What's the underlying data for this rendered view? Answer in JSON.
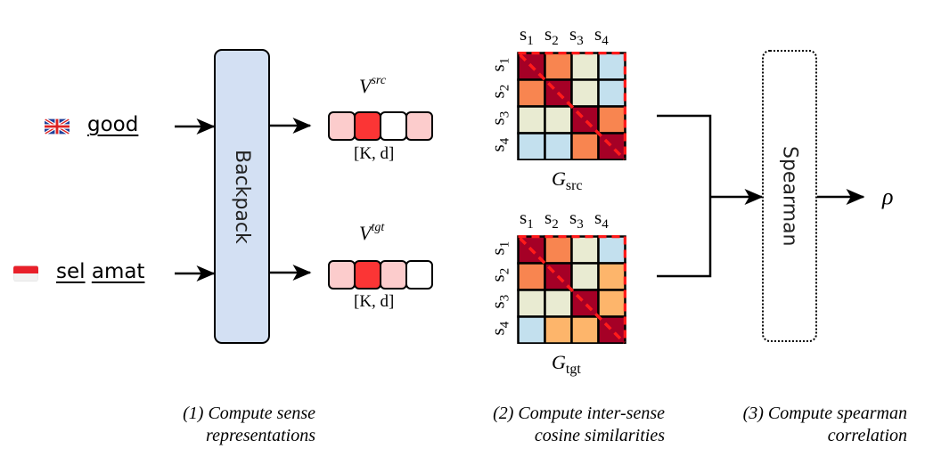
{
  "inputs": {
    "english": {
      "flag": "uk-flag-icon",
      "tokens": [
        "good"
      ],
      "token_display": "good"
    },
    "indonesian": {
      "flag": "indonesia-flag-icon",
      "tokens": [
        "sel",
        "amat"
      ]
    }
  },
  "backpack": {
    "label": "Backpack",
    "fill": "#d3e0f3"
  },
  "vectors": {
    "src": {
      "label": "V",
      "superscript": "src",
      "dims": "[K, d]",
      "cells": [
        "#fccccc",
        "#fb3535",
        "#ffffff",
        "#fccccc"
      ]
    },
    "tgt": {
      "label": "V",
      "superscript": "tgt",
      "dims": "[K, d]",
      "cells": [
        "#fccccc",
        "#fb3535",
        "#fccccc",
        "#ffffff"
      ]
    }
  },
  "matrices": {
    "senses": [
      "s1",
      "s2",
      "s3",
      "s4"
    ],
    "sense_base": "s",
    "sense_indices": [
      "1",
      "2",
      "3",
      "4"
    ],
    "src": {
      "label": "G",
      "subscript": "src",
      "cells": [
        [
          "#a50026",
          "#f88550",
          "#e9ebd2",
          "#c3e0ee"
        ],
        [
          "#f88550",
          "#a50026",
          "#e9ebd2",
          "#c3e0ee"
        ],
        [
          "#e9ebd2",
          "#e9ebd2",
          "#a50026",
          "#f88550"
        ],
        [
          "#c3e0ee",
          "#c3e0ee",
          "#f88550",
          "#a50026"
        ]
      ]
    },
    "tgt": {
      "label": "G",
      "subscript": "tgt",
      "cells": [
        [
          "#a50026",
          "#f88550",
          "#e9ebd2",
          "#c3e0ee"
        ],
        [
          "#f88550",
          "#a50026",
          "#e9ebd2",
          "#fdb56b"
        ],
        [
          "#e9ebd2",
          "#e9ebd2",
          "#a50026",
          "#fdb56b"
        ],
        [
          "#c3e0ee",
          "#fdb56b",
          "#fdb56b",
          "#a50026"
        ]
      ]
    }
  },
  "spearman": {
    "label": "Spearman",
    "output": "ρ"
  },
  "captions": {
    "step1": [
      "(1) Compute sense",
      "representations"
    ],
    "step2": [
      "(2) Compute inter-sense",
      "cosine similarities"
    ],
    "step3": [
      "(3) Compute spearman",
      "correlation"
    ]
  },
  "colors": {
    "diagonal_dash": "#ff1a1a",
    "grid_line": "#000000",
    "arrow": "#000000"
  }
}
